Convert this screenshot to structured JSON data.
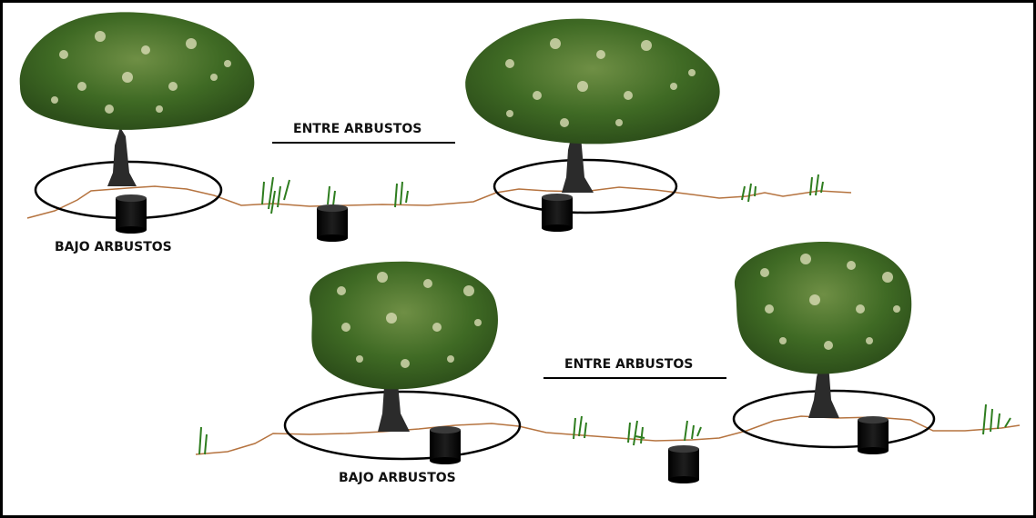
{
  "labels": {
    "between_top": "ENTRE ARBUSTOS",
    "under_top": "BAJO ARBUSTOS",
    "between_bottom": "ENTRE ARBUSTOS",
    "under_bottom": "BAJO ARBUSTOS"
  },
  "colors": {
    "ground_line": "#b5733f",
    "canopy_dark": "#355c20",
    "canopy_mid": "#4f7a2e",
    "canopy_light": "#d9dcb4",
    "trunk": "#2b2b2b",
    "grass": "#2e7d1f",
    "cylinder": "#0a0a0a",
    "ellipse": "#000000",
    "frame": "#000000"
  },
  "icons": [
    "tree-icon",
    "cylinder-icon",
    "grass-tuft-icon"
  ]
}
